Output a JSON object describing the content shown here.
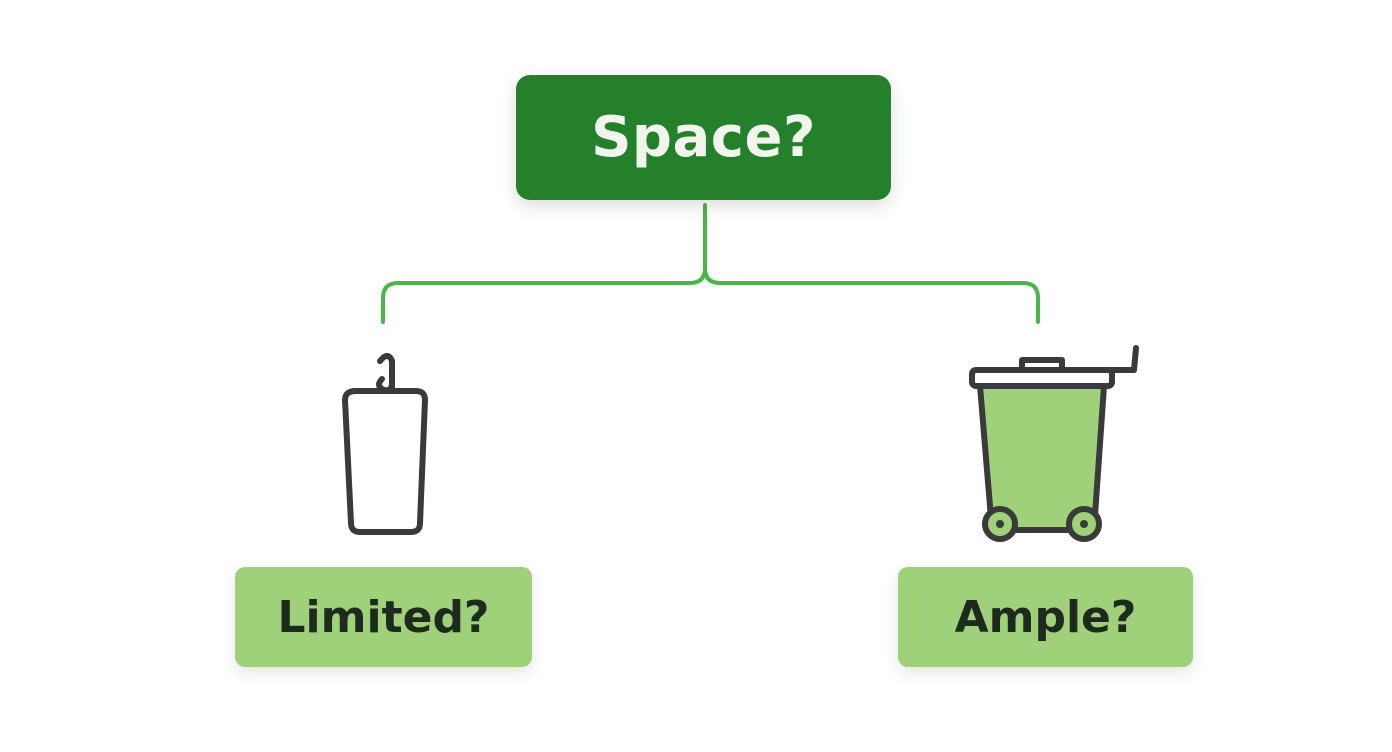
{
  "diagram": {
    "root": {
      "label": "Space?"
    },
    "branches": [
      {
        "label": "Limited?",
        "icon": "hanging-bag-icon"
      },
      {
        "label": "Ample?",
        "icon": "wheelie-bin-icon"
      }
    ]
  },
  "colors": {
    "root_fill": "#25802b",
    "root_text": "#f1f5ee",
    "leaf_fill": "#9fd07a",
    "leaf_text": "#1f2a1f",
    "connector": "#4cb548",
    "icon_stroke": "#3a3a3a",
    "bin_fill": "#9fd07a"
  }
}
